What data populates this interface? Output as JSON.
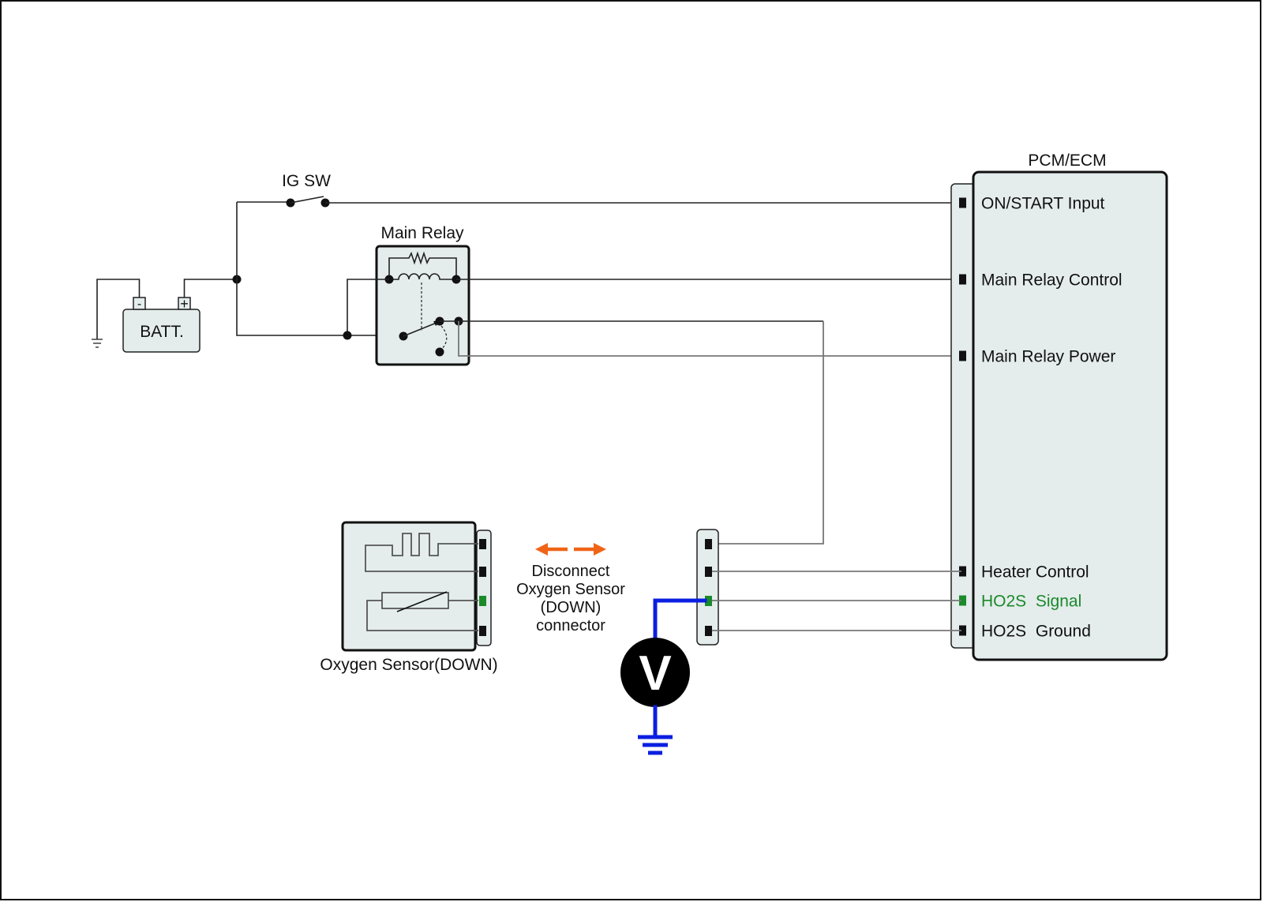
{
  "diagram": {
    "ig_switch_label": "IG SW",
    "main_relay_label": "Main Relay",
    "battery_label": "BATT.",
    "battery_neg": "-",
    "battery_pos": "+",
    "ecm_title": "PCM/ECM",
    "ecm_pins": [
      {
        "label": "ON/START Input",
        "highlight": false
      },
      {
        "label": "Main Relay Control",
        "highlight": false
      },
      {
        "label": "Main Relay Power",
        "highlight": false
      },
      {
        "label": "Heater Control",
        "highlight": false
      },
      {
        "label": "HO2S  Signal",
        "highlight": true
      },
      {
        "label": "HO2S  Ground",
        "highlight": false
      }
    ],
    "sensor_label": "Oxygen Sensor(DOWN)",
    "instruction_lines": [
      "Disconnect",
      "Oxygen Sensor",
      "(DOWN)",
      "connector"
    ],
    "voltmeter_symbol": "V"
  },
  "colors": {
    "highlight_green": "#1a8a2a",
    "probe_blue": "#0b1fe0",
    "arrow_orange": "#f06418",
    "component_fill": "#e5ecec"
  }
}
